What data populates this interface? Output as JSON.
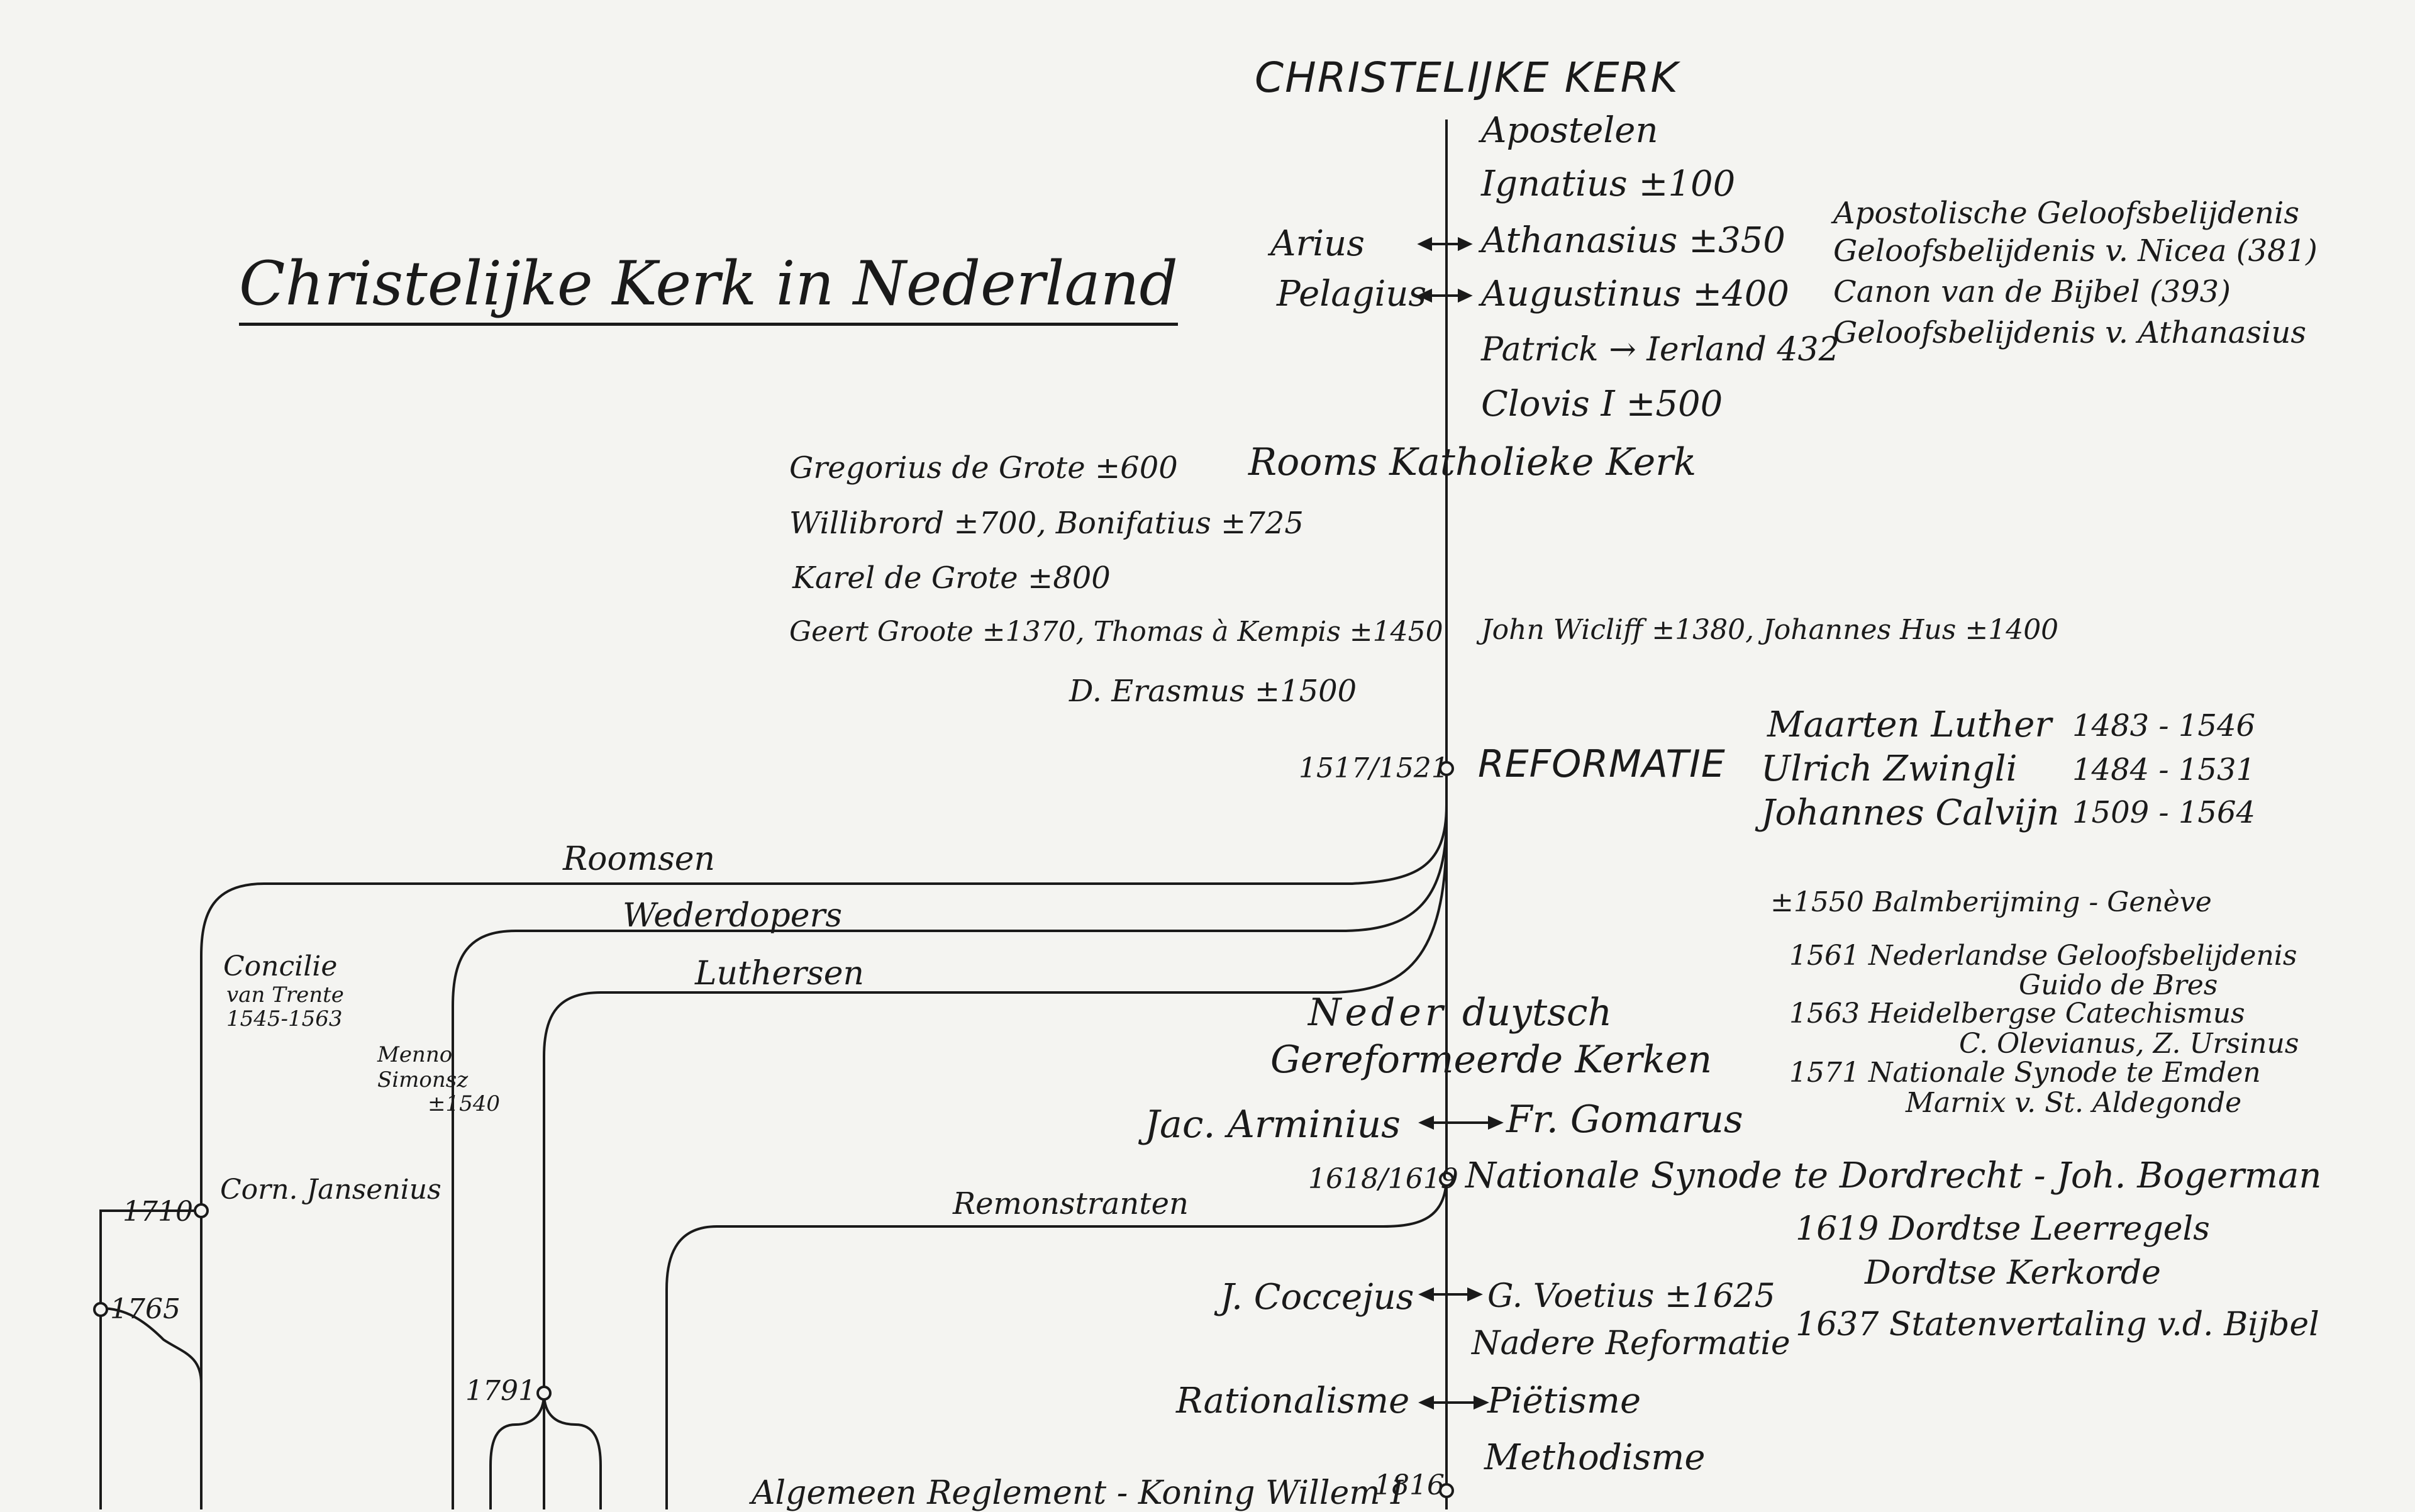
{
  "title": "Christelijke Kerk in Nederland",
  "main_heading": "CHRISTELIJKE KERK",
  "early_church": {
    "apostelen": "Apostelen",
    "ignatius": "Ignatius ±100",
    "athanasius": "Athanasius ±350",
    "augustinus": "Augustinus ±400",
    "patrick": "Patrick → Ierland 432",
    "clovis": "Clovis I ±500",
    "arius": "Arius",
    "pelagius": "Pelagius"
  },
  "confessions": [
    "Apostolische Geloofsbelijdenis",
    "Geloofsbelijdenis v. Nicea (381)",
    "Canon van de Bijbel (393)",
    "Geloofsbelijdenis v. Athanasius"
  ],
  "middle_ages": {
    "rooms_katholieke": "Rooms Katholieke Kerk",
    "gregorius": "Gregorius de Grote ±600",
    "willibrord": "Willibrord ±700, Bonifatius ±725",
    "karel": "Karel de Grote ±800",
    "geert": "Geert Groote ±1370, Thomas à Kempis ±1450",
    "erasmus": "D. Erasmus ±1500",
    "wicliff": "John Wicliff ±1380, Johannes Hus ±1400"
  },
  "reformation": {
    "date": "1517/1521",
    "label": "REFORMATIE",
    "reformers": [
      {
        "name": "Maarten Luther",
        "years": "1483 - 1546"
      },
      {
        "name": "Ulrich Zwingli",
        "years": "1484 - 1531"
      },
      {
        "name": "Johannes Calvijn",
        "years": "1509 - 1564"
      }
    ]
  },
  "events": {
    "e1550": "±1550 Balmberijming - Genève",
    "e1561": "1561 Nederlandse Geloofsbelijdenis",
    "e1561b": "Guido de Bres",
    "e1563": "1563 Heidelbergse Catechismus",
    "e1563b": "C. Olevianus, Z. Ursinus",
    "e1571": "1571 Nationale Synode te Emden",
    "e1571b": "Marnix v. St. Aldegonde",
    "e1619": "1619 Dordtse Leerregels",
    "e1619b": "Dordtse Kerkorde",
    "e1637": "1637 Statenvertaling v.d. Bijbel"
  },
  "branches": {
    "roomsen": "Roomsen",
    "wederdopers": "Wederdopers",
    "luthersen": "Luthersen",
    "remonstranten": "Remonstranten",
    "concilie": "Concilie",
    "concilie2": "van Trente",
    "concilie3": "1545-1563",
    "menno": "Menno",
    "menno2": "Simonsz",
    "menno3": "±1540",
    "jansenius": "Corn. Jansenius",
    "y1710": "1710",
    "y1765": "1765",
    "y1791": "1791"
  },
  "dutch_reformed": {
    "neder": "Neder",
    "duytsch": "duytsch",
    "gereformeerde": "Gereformeerde Kerken",
    "arminius": "Jac. Arminius",
    "gomarus": "Fr. Gomarus",
    "synode_date": "1618/1619",
    "synode": "Nationale Synode te Dordrecht - Joh. Bogerman",
    "coccejus": "J. Coccejus",
    "voetius": "G. Voetius ±1625",
    "nadere": "Nadere Reformatie",
    "rationalisme": "Rationalisme",
    "pietisme": "Piëtisme",
    "methodisme": "Methodisme",
    "reglement": "Algemeen Reglement - Koning Willem I",
    "y1816": "1816"
  }
}
